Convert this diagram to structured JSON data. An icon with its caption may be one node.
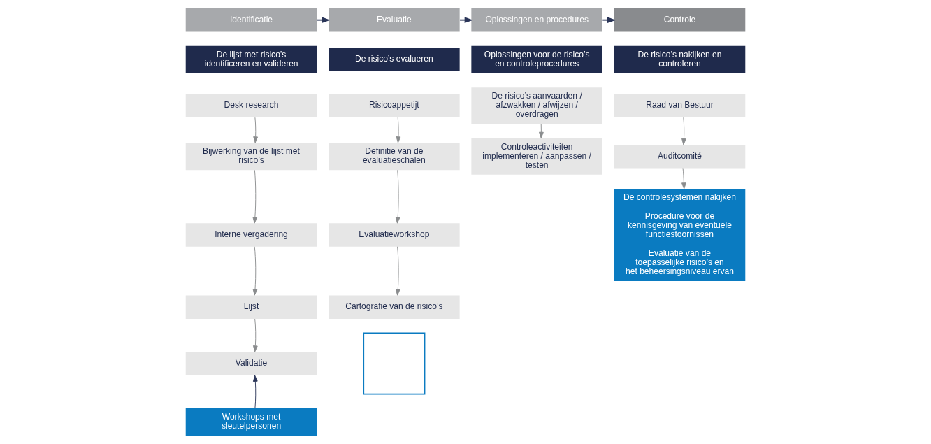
{
  "diagram": {
    "nodes": [
      {
        "text": [
          "Identificatie"
        ]
      },
      {
        "text": [
          "De lijst met risico’s identificeren en valideren"
        ]
      },
      {
        "text": [
          "Desk research"
        ]
      },
      {
        "text": [
          "Bijwerking van de lijst met risico’s"
        ]
      },
      {
        "text": [
          "Interne vergadering"
        ]
      },
      {
        "text": [
          "Lijst"
        ]
      },
      {
        "text": [
          "Validatie"
        ]
      },
      {
        "text": [
          "Workshops met sleutelpersonen"
        ]
      },
      {
        "text": [
          "Evaluatie"
        ]
      },
      {
        "text": [
          "De risico’s evalueren"
        ]
      },
      {
        "text": [
          "Risicoappetijt"
        ]
      },
      {
        "text": [
          "Definitie van de evaluatieschalen"
        ]
      },
      {
        "text": [
          "Evaluatieworkshop"
        ]
      },
      {
        "text": [
          "Cartografie van de risico’s"
        ]
      },
      {
        "text": [],
        "shape": "box"
      },
      {
        "text": [
          "Oplossingen en procedures"
        ]
      },
      {
        "text": [
          "Oplossingen voor de risico’s en controleprocedures"
        ]
      },
      {
        "text": [
          "De risico’s aanvaarden / afzwakken / afwijzen / overdragen"
        ]
      },
      {
        "text": [
          "Controleactiviteiten implementeren / aanpassen / testen"
        ]
      },
      {
        "text": [
          "Controle"
        ]
      },
      {
        "text": [
          "De risico’s nakijken en controleren"
        ]
      },
      {
        "text": [
          "Raad van Bestuur"
        ]
      },
      {
        "text": [
          "Auditcomité"
        ]
      },
      {
        "text": [
          "De controlesystemen nakijken",
          "Procedure voor de kennisgeving van eventuele functiestoornissen",
          "Evaluatie van de toepasselijke risico’s en het beheersingsniveau ervan"
        ]
      }
    ],
    "edges": [
      {
        "from": 0,
        "to": 8,
        "arrow": "to",
        "color": "#2a3558"
      },
      {
        "from": 8,
        "to": 15,
        "arrow": "to",
        "color": "#2a3558"
      },
      {
        "from": 15,
        "to": 19,
        "arrow": "to",
        "color": "#2a3558"
      },
      {
        "from": 2,
        "to": 3,
        "arrow": "to"
      },
      {
        "from": 3,
        "to": 4,
        "arrow": "to"
      },
      {
        "from": 4,
        "to": 5,
        "arrow": "to"
      },
      {
        "from": 5,
        "to": 6,
        "arrow": "to"
      },
      {
        "from": 7,
        "to": 6,
        "arrow": "to",
        "color": "#2a3558"
      },
      {
        "from": 10,
        "to": 11,
        "arrow": "to"
      },
      {
        "from": 11,
        "to": 12,
        "arrow": "to"
      },
      {
        "from": 12,
        "to": 13,
        "arrow": "to"
      },
      {
        "from": 17,
        "to": 18,
        "arrow": "to"
      },
      {
        "from": 21,
        "to": 22,
        "arrow": "to"
      },
      {
        "from": 22,
        "to": 23,
        "arrow": "to"
      }
    ]
  }
}
